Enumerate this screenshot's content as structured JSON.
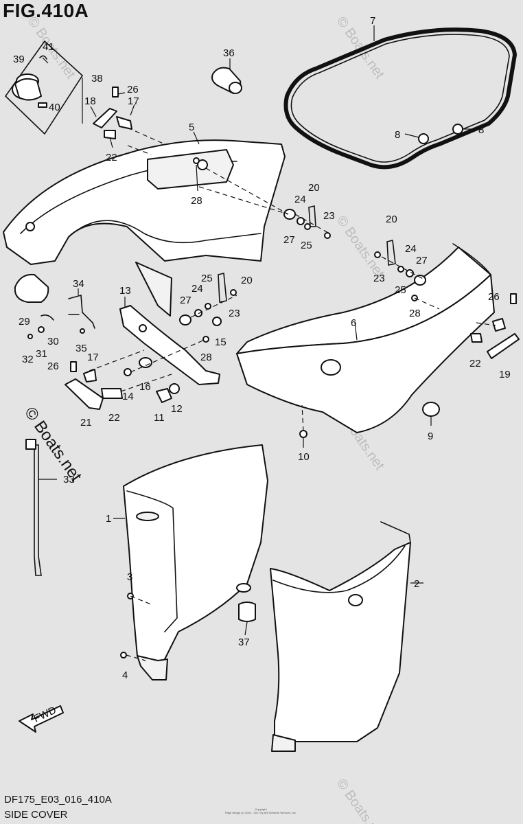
{
  "figure": {
    "title": "FIG.410A",
    "code": "DF175_E03_016_410A",
    "section": "SIDE COVER",
    "copyright_line1": "Copyright",
    "copyright_line2": "Page design (c) 2004 - 2017 by ARI Network Services, Inc.",
    "watermark": "© Boats.net",
    "fwd_label": "FWD"
  },
  "callouts": [
    "1",
    "2",
    "3",
    "4",
    "5",
    "6",
    "7",
    "8",
    "8",
    "9",
    "10",
    "11",
    "12",
    "13",
    "14",
    "15",
    "16",
    "17",
    "17",
    "18",
    "19",
    "20",
    "20",
    "20",
    "21",
    "22",
    "22",
    "22",
    "23",
    "23",
    "23",
    "24",
    "24",
    "24",
    "25",
    "25",
    "25",
    "26",
    "26",
    "26",
    "27",
    "27",
    "27",
    "28",
    "28",
    "28",
    "29",
    "30",
    "31",
    "32",
    "33",
    "34",
    "35",
    "36",
    "37",
    "38",
    "39",
    "40",
    "41"
  ]
}
